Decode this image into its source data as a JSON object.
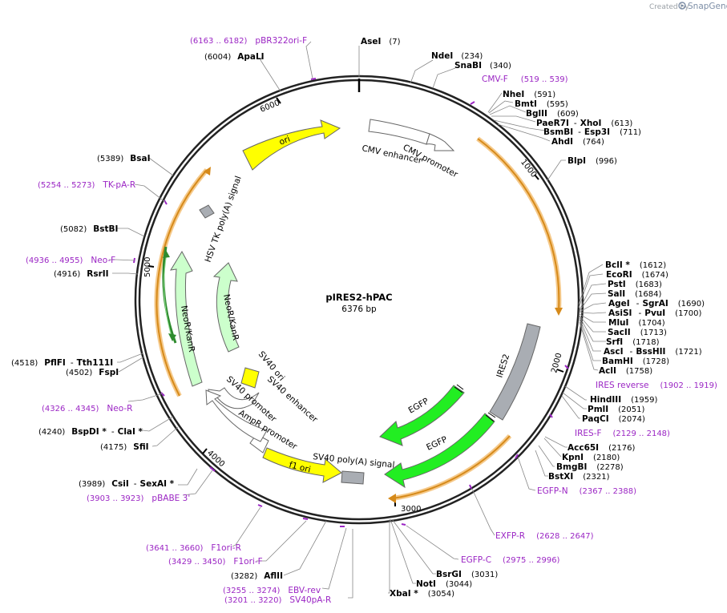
{
  "header": {
    "created_by": "Created by",
    "brand": "SnapGene"
  },
  "plasmid": {
    "name": "pIRES2-hPAC",
    "size": "6376 bp"
  },
  "ticks": [
    "1000",
    "2000",
    "3000",
    "4000",
    "5000",
    "6000"
  ],
  "features": {
    "cmv_enhancer": "CMV enhancer",
    "cmv_promoter": "CMV promoter",
    "ires": "IRES2",
    "egfp_a": "EGFP",
    "egfp_b": "EGFP",
    "sv40_polya": "SV40 poly(A) signal",
    "f1_ori": "f1 ori",
    "ampr_promoter": "AmpR promoter",
    "sv40_promoter": "SV40 promoter",
    "sv40_ori": "SV40 ori",
    "sv40_enhancer": "SV40 enhancer",
    "neo_outer": "NeoR/KanR",
    "neo_inner": "NeoR/KanR",
    "hsv_tk": "HSV TK poly(A) signal",
    "ori": "ori"
  },
  "sites": {
    "asei": {
      "name": "AseI",
      "pos": "(7)"
    },
    "ndei": {
      "name": "NdeI",
      "pos": "(234)"
    },
    "snabi": {
      "name": "SnaBI",
      "pos": "(340)"
    },
    "cmvf": {
      "name": "CMV-F",
      "pos": "(519 .. 539)"
    },
    "nhei": {
      "name": "NheI",
      "pos": "(591)"
    },
    "bmti": {
      "name": "BmtI",
      "pos": "(595)"
    },
    "bglii": {
      "name": "BglII",
      "pos": "(609)"
    },
    "paer7i": {
      "name": "PaeR7I",
      "sep": "-",
      "name2": "XhoI",
      "pos": "(613)"
    },
    "bsmbi": {
      "name": "BsmBI",
      "sep": "-",
      "name2": "Esp3I",
      "pos": "(711)"
    },
    "ahdi": {
      "name": "AhdI",
      "pos": "(764)"
    },
    "blpi": {
      "name": "BlpI",
      "pos": "(996)"
    },
    "bcli": {
      "name": "BclI *",
      "pos": "(1612)"
    },
    "ecori": {
      "name": "EcoRI",
      "pos": "(1674)"
    },
    "psti": {
      "name": "PstI",
      "pos": "(1683)"
    },
    "sali": {
      "name": "SalI",
      "pos": "(1684)"
    },
    "agei": {
      "name": "AgeI",
      "sep": "-",
      "name2": "SgrAI",
      "pos": "(1690)"
    },
    "asisi": {
      "name": "AsiSI",
      "sep": "-",
      "name2": "PvuI",
      "pos": "(1700)"
    },
    "mlui": {
      "name": "MluI",
      "pos": "(1704)"
    },
    "saci": {
      "name": "SacII",
      "pos": "(1713)"
    },
    "srfi": {
      "name": "SrfI",
      "pos": "(1718)"
    },
    "asci": {
      "name": "AscI",
      "sep": "-",
      "name2": "BssHII",
      "pos": "(1721)"
    },
    "bamhi": {
      "name": "BamHI",
      "pos": "(1728)"
    },
    "acli": {
      "name": "AclI",
      "pos": "(1758)"
    },
    "iresrev": {
      "name": "IRES reverse",
      "pos": "(1902 .. 1919)"
    },
    "hindiii": {
      "name": "HindIII",
      "pos": "(1959)"
    },
    "pmli": {
      "name": "PmlI",
      "pos": "(2051)"
    },
    "paqci": {
      "name": "PaqCI",
      "pos": "(2074)"
    },
    "iresf": {
      "name": "IRES-F",
      "pos": "(2129 .. 2148)"
    },
    "acc65i": {
      "name": "Acc65I",
      "pos": "(2176)"
    },
    "kpni": {
      "name": "KpnI",
      "pos": "(2180)"
    },
    "bmgbi": {
      "name": "BmgBI",
      "pos": "(2278)"
    },
    "bstxi": {
      "name": "BstXI",
      "pos": "(2321)"
    },
    "egfpn": {
      "name": "EGFP-N",
      "pos": "(2367 .. 2388)"
    },
    "exfpr": {
      "name": "EXFP-R",
      "pos": "(2628 .. 2647)"
    },
    "egfpc": {
      "name": "EGFP-C",
      "pos": "(2975 .. 2996)"
    },
    "bsrgi": {
      "name": "BsrGI",
      "pos": "(3031)"
    },
    "noti": {
      "name": "NotI",
      "pos": "(3044)"
    },
    "xbai": {
      "name": "XbaI *",
      "pos": "(3054)"
    },
    "aflii": {
      "name": "AflII",
      "pos": "(3282)"
    },
    "ebvrev": {
      "name": "EBV-rev",
      "pos": "(3255 .. 3274)"
    },
    "sv40par": {
      "name": "SV40pA-R",
      "pos": "(3201 .. 3220)"
    },
    "f1orif": {
      "name": "F1ori-F",
      "pos": "(3429 .. 3450)"
    },
    "f1orir": {
      "name": "F1ori-R",
      "pos": "(3641 .. 3660)"
    },
    "pbabe3": {
      "name": "pBABE 3'",
      "pos": "(3903 .. 3923)"
    },
    "csii": {
      "name": "CsiI",
      "sep": "-",
      "name2": "SexAI *",
      "pos": "(3989)"
    },
    "sfii": {
      "name": "SfiI",
      "pos": "(4175)"
    },
    "bspdi": {
      "name": "BspDI *",
      "sep": "-",
      "name2": "ClaI *",
      "pos": "(4240)"
    },
    "neor": {
      "name": "Neo-R",
      "pos": "(4326 .. 4345)"
    },
    "fspi": {
      "name": "FspI",
      "pos": "(4502)"
    },
    "pflfi": {
      "name": "PflFI",
      "sep": "-",
      "name2": "Tth111I",
      "pos": "(4518)"
    },
    "rsrii": {
      "name": "RsrII",
      "pos": "(4916)"
    },
    "neof": {
      "name": "Neo-F",
      "pos": "(4936 .. 4955)"
    },
    "bstbi": {
      "name": "BstBI",
      "pos": "(5082)"
    },
    "tkpar": {
      "name": "TK-pA-R",
      "pos": "(5254 .. 5273)"
    },
    "bsai": {
      "name": "BsaI",
      "pos": "(5389)"
    },
    "apali": {
      "name": "ApaLI",
      "pos": "(6004)"
    },
    "pbr322": {
      "name": "pBR322ori-F",
      "pos": "(6163 .. 6182)"
    }
  },
  "colors": {
    "backbone": "#222222",
    "primer": "#9b26c4",
    "egfp": "#22ee22",
    "neo": "#ccffcc",
    "ori": "#ffff00",
    "ires": "#a9adb3",
    "orf": "#f0a030"
  }
}
